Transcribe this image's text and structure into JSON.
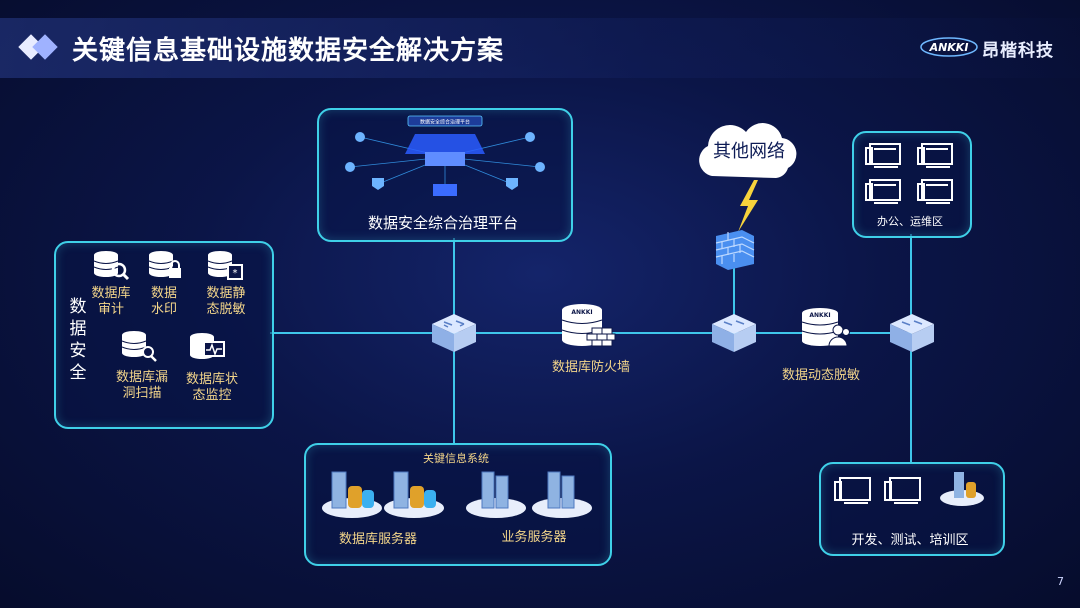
{
  "header": {
    "title": "关键信息基础设施数据安全解决方案",
    "brand_name": "昂楷科技",
    "brand_logo_text": "ANKKI"
  },
  "page_number": "7",
  "platform": {
    "label": "数据安全综合治理平台",
    "screen_caption": "数据安全综合治理平台"
  },
  "data_security": {
    "vertical_label": [
      "数",
      "据",
      "安",
      "全"
    ],
    "items": [
      {
        "label": [
          "数据库",
          "审计"
        ]
      },
      {
        "label": [
          "数据",
          "水印"
        ]
      },
      {
        "label": [
          "数据静",
          "态脱敏"
        ]
      },
      {
        "label": [
          "数据库漏",
          "洞扫描"
        ]
      },
      {
        "label": [
          "数据库状",
          "态监控"
        ]
      }
    ]
  },
  "cloud": {
    "label": "其他网络"
  },
  "firewall": {
    "label": "数据库防火墙",
    "logo_text": "ANKKI"
  },
  "dynamic_masking": {
    "label": "数据动态脱敏",
    "logo_text": "ANKKI"
  },
  "office": {
    "label": "办公、运维区"
  },
  "key_system": {
    "title": "关键信息系统",
    "db_servers_label": "数据库服务器",
    "biz_servers_label": "业务服务器"
  },
  "dev": {
    "label": "开发、测试、培训区"
  },
  "colors": {
    "line": "#3fc6ea",
    "label_gold": "#f3d58a",
    "background": "#0b1547"
  }
}
